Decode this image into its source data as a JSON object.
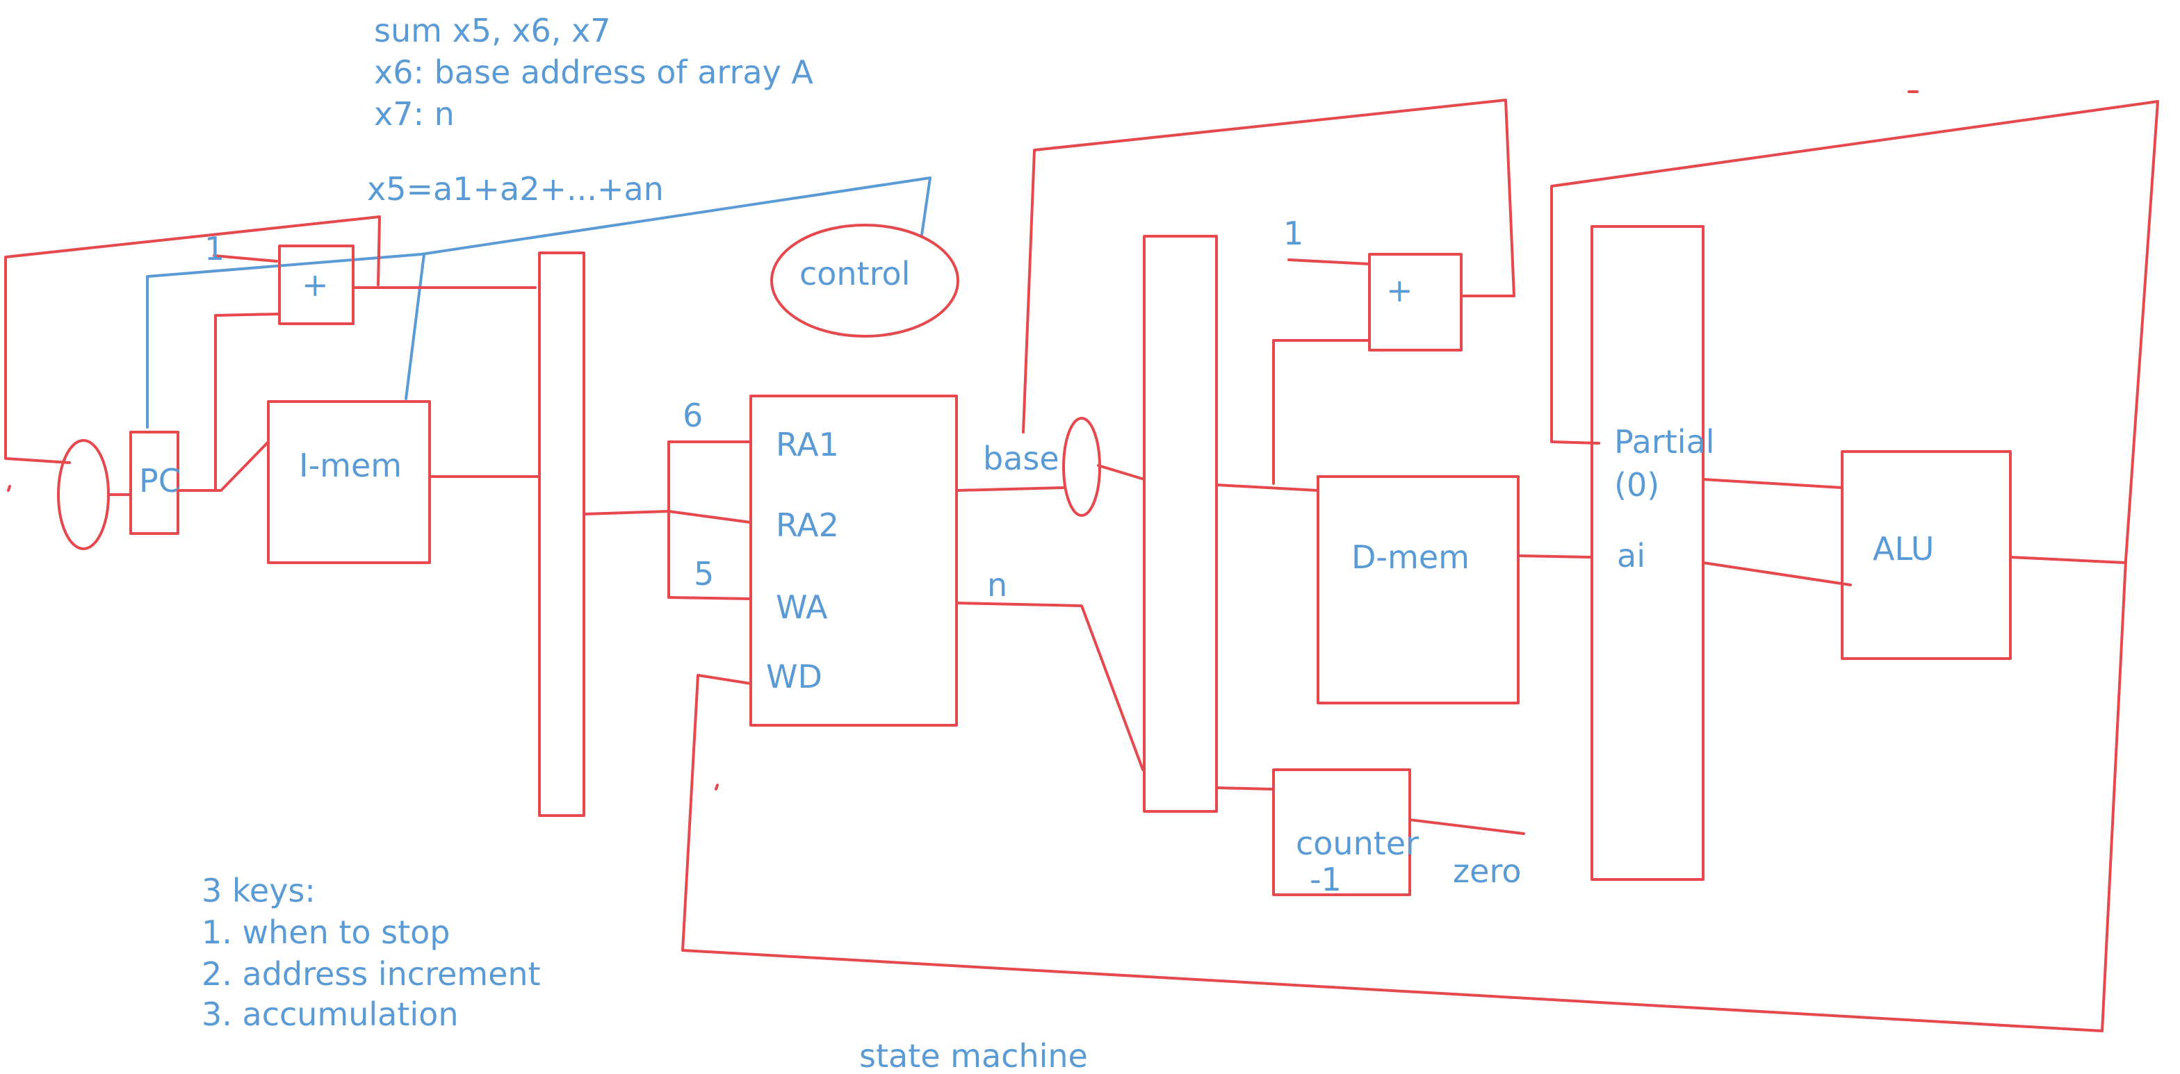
{
  "notes": {
    "line1": "sum x5, x6, x7",
    "line2": "x6: base address of array A",
    "line3": "x7: n",
    "line4": "x5=a1+a2+...+an"
  },
  "keys": {
    "title": "3 keys:",
    "k1": "1. when to stop",
    "k2": "2. address increment",
    "k3": "3. accumulation"
  },
  "footer": "state machine",
  "blocks": {
    "pc": "PC",
    "imem": "I-mem",
    "adder1": "+",
    "adder2": "+",
    "control": "control",
    "ra1": "RA1",
    "ra2": "RA2",
    "wa": "WA",
    "wd": "WD",
    "dmem": "D-mem",
    "counter": "counter",
    "counter_sub": "-1",
    "partial": "Partial",
    "partial_init": "(0)",
    "ai": "ai",
    "alu": "ALU"
  },
  "wire_labels": {
    "one_a": "1",
    "one_b": "1",
    "six": "6",
    "five": "5",
    "base": "base",
    "n": "n",
    "zero": "zero"
  }
}
